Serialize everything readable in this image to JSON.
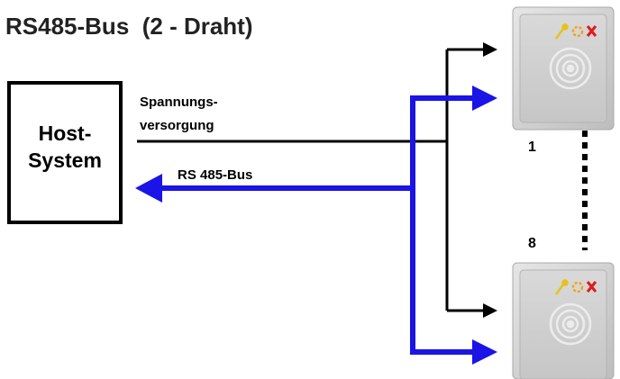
{
  "title": "RS485-Bus  (2 - Draht)",
  "host": {
    "line1": "Host-",
    "line2": "System"
  },
  "labels": {
    "power_line1": "Spannungs-",
    "power_line2": "versorgung",
    "bus": "RS 485-Bus"
  },
  "readers": [
    {
      "number": "1",
      "icons": [
        "key-icon",
        "sun-icon",
        "cross-icon"
      ]
    },
    {
      "number": "8",
      "icons": [
        "key-icon",
        "sun-icon",
        "cross-icon"
      ]
    }
  ],
  "colors": {
    "bus": "#1a14e6",
    "power": "#000000",
    "reader_body": "#cfcfcf",
    "key_icon": "#e8c21a",
    "sun_icon": "#f2a31a",
    "cross_icon": "#e01b1b"
  }
}
